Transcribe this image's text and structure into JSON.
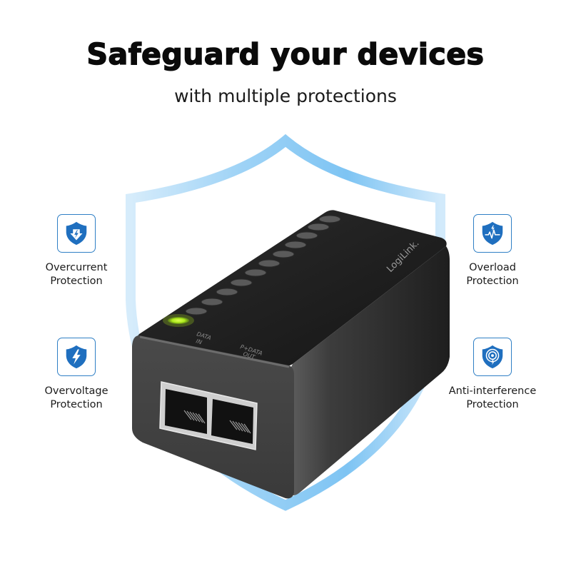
{
  "header": {
    "title": "Safeguard your devices",
    "subtitle": "with multiple protections"
  },
  "features": [
    {
      "name": "overcurrent",
      "icon": "shield-arrow-down-bolt-icon",
      "line1": "Overcurrent",
      "line2": "Protection",
      "side": "left",
      "position": "top"
    },
    {
      "name": "overvoltage",
      "icon": "shield-bolt-icon",
      "line1": "Overvoltage",
      "line2": "Protection",
      "side": "left",
      "position": "bottom"
    },
    {
      "name": "overload",
      "icon": "shield-pulse-bolt-icon",
      "line1": "Overload",
      "line2": "Protection",
      "side": "right",
      "position": "top"
    },
    {
      "name": "anti-interference",
      "icon": "shield-signal-bolt-icon",
      "line1": "Anti-interference",
      "line2": "Protection",
      "side": "right",
      "position": "bottom"
    }
  ],
  "device": {
    "brand": "LogiLink.",
    "port_labels": {
      "data_in_line1": "DATA",
      "data_in_line2": "IN",
      "pdata_out_line1": "P+DATA",
      "pdata_out_line2": "OUT"
    },
    "led_count": 12,
    "led_active_color": "#b6f21a"
  },
  "colors": {
    "accent_blue": "#1f6fbf",
    "shield_outline": "#8ccaf3",
    "icon_border": "#2f7fc5",
    "text": "#111111"
  }
}
